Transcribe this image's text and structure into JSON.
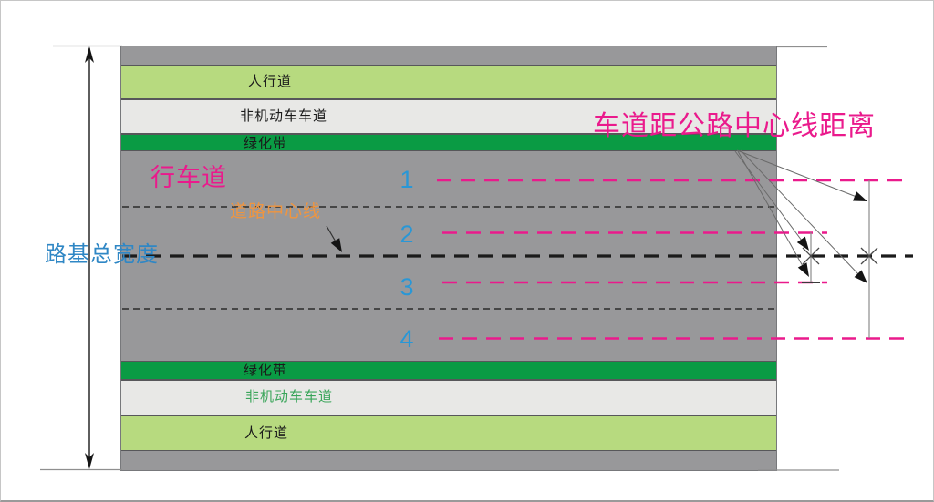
{
  "annotations": {
    "roadbed_width": "路基总宽度",
    "carriageway": "行车道",
    "road_centerline": "道路中心线",
    "lane_distance_title": "车道距公路中心线距离"
  },
  "bands": {
    "sidewalk_top": "人行道",
    "non_motor_top": "非机动车车道",
    "greenbelt_top": "绿化带",
    "greenbelt_bottom": "绿化带",
    "non_motor_bottom": "非机动车车道",
    "sidewalk_bottom": "人行道"
  },
  "lanes": {
    "n1": "1",
    "n2": "2",
    "n3": "3",
    "n4": "4"
  },
  "colors": {
    "magenta": "#ea1a8c",
    "blue_label": "#2f87c5",
    "blue_lane": "#2997d6",
    "orange": "#f0953f",
    "light_green": "#b7da7f",
    "dark_green": "#0a9b44",
    "band_gray": "#e8e8e6",
    "road_gray": "#98989a",
    "green_text": "#3aa55a"
  }
}
